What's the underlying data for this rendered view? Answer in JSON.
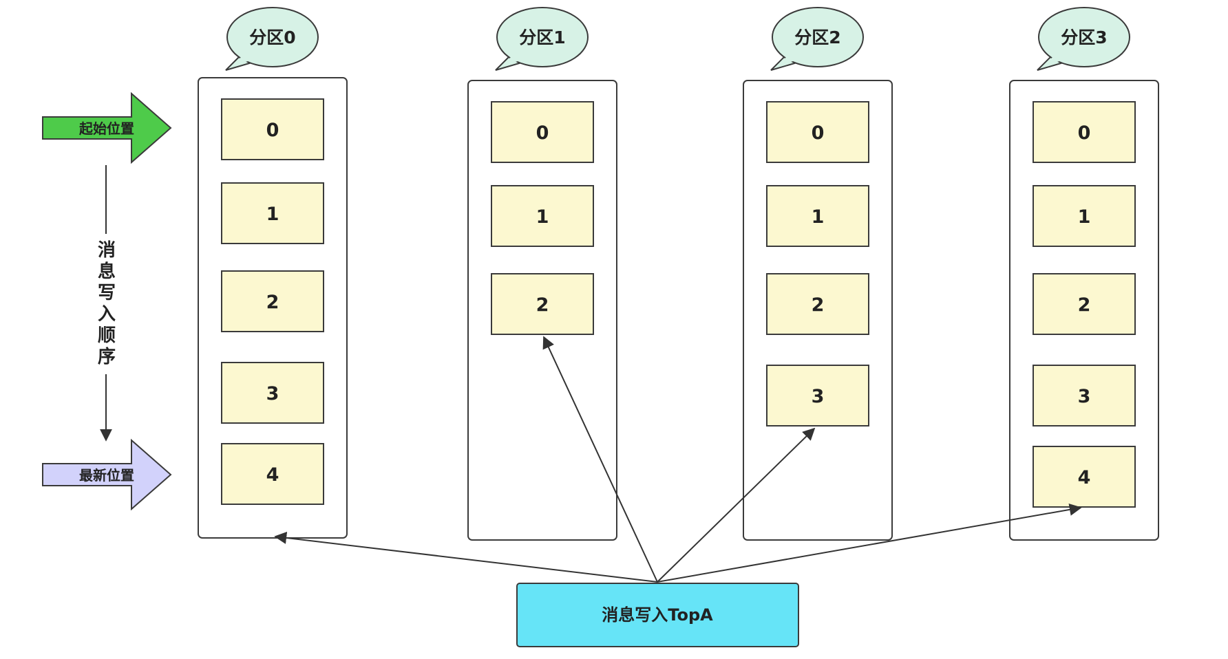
{
  "partitions": [
    {
      "label": "分区0",
      "offsets": [
        "0",
        "1",
        "2",
        "3",
        "4"
      ]
    },
    {
      "label": "分区1",
      "offsets": [
        "0",
        "1",
        "2"
      ]
    },
    {
      "label": "分区2",
      "offsets": [
        "0",
        "1",
        "2",
        "3"
      ]
    },
    {
      "label": "分区3",
      "offsets": [
        "0",
        "1",
        "2",
        "3",
        "4"
      ]
    }
  ],
  "start_position_label": "起始位置",
  "latest_position_label": "最新位置",
  "write_order_label": [
    "消",
    "息",
    "写",
    "入",
    "顺",
    "序"
  ],
  "topic_box_label": "消息写入TopA",
  "colors": {
    "bubble_fill": "#d7f2e6",
    "cell_fill": "#fcf8d0",
    "start_arrow_fill": "#4ecb4a",
    "latest_arrow_fill": "#d2d2fb",
    "topic_box_fill": "#66e4f7",
    "outline": "#3a3a3a"
  }
}
